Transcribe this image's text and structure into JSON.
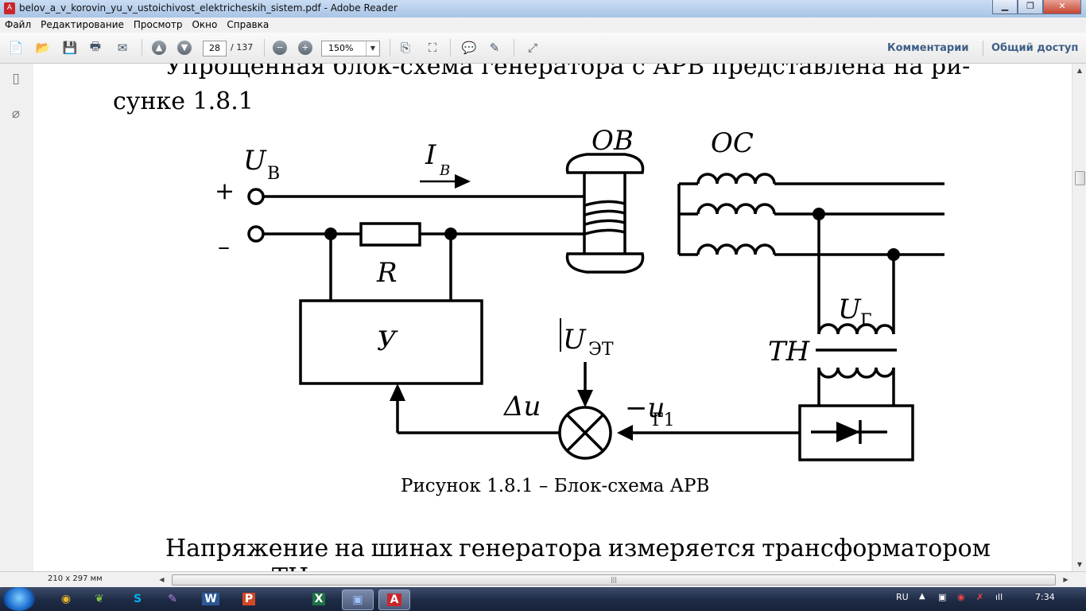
{
  "window": {
    "title": "belov_a_v_korovin_yu_v_ustoichivost_elektricheskih_sistem.pdf - Adobe Reader",
    "app_icon_label": "A"
  },
  "menu": [
    "Файл",
    "Редактирование",
    "Просмотр",
    "Окно",
    "Справка"
  ],
  "toolbar": {
    "page_current": "28",
    "page_total": "/ 137",
    "zoom": "150%",
    "comments_label": "Комментарии",
    "share_label": "Общий доступ"
  },
  "document": {
    "line1": "Упрощенная блок-схема генератора с АРВ представлена на ри-",
    "line2": "сунке 1.8.1",
    "caption": "Рисунок 1.8.1 – Блок-схема АРВ",
    "para_line1_words": [
      "Напряжение",
      "на",
      "шинах",
      "генератора",
      "измеряется",
      "трансформатором"
    ],
    "para_line2": "ТН ...",
    "diagram_labels": {
      "ub": "U",
      "ub_sub": "В",
      "plus": "+",
      "minus": "–",
      "ib": "I",
      "ib_sub": "В",
      "ov": "ОВ",
      "os": "ОС",
      "r": "R",
      "y": "У",
      "uet": "U",
      "uet_sub": "ЭТ",
      "ug": "U",
      "ug_sub": "Г",
      "tn": "ТН",
      "du": "Δu",
      "ug1": "−u",
      "ug1_sub": "Г1"
    }
  },
  "status": {
    "page_size": "210 x 297 мм"
  },
  "taskbar": {
    "items": [
      {
        "name": "chrome",
        "glyph": "◉",
        "color": "#e8b52a"
      },
      {
        "name": "evernote",
        "glyph": "❦",
        "color": "#7dc242"
      },
      {
        "name": "skype",
        "glyph": "S",
        "color": "#00aff0"
      },
      {
        "name": "onenote",
        "glyph": "✎",
        "color": "#9b59d0"
      },
      {
        "name": "word",
        "glyph": "W",
        "color": "#2b5797"
      },
      {
        "name": "powerpoint",
        "glyph": "P",
        "color": "#d24726"
      },
      {
        "name": "excel",
        "glyph": "X",
        "color": "#1e7145"
      },
      {
        "name": "save-app",
        "glyph": "▣",
        "color": "#2f63c4"
      },
      {
        "name": "adobe-reader",
        "glyph": "A",
        "color": "#c8262c"
      }
    ],
    "language": "RU",
    "time": "7:34"
  }
}
